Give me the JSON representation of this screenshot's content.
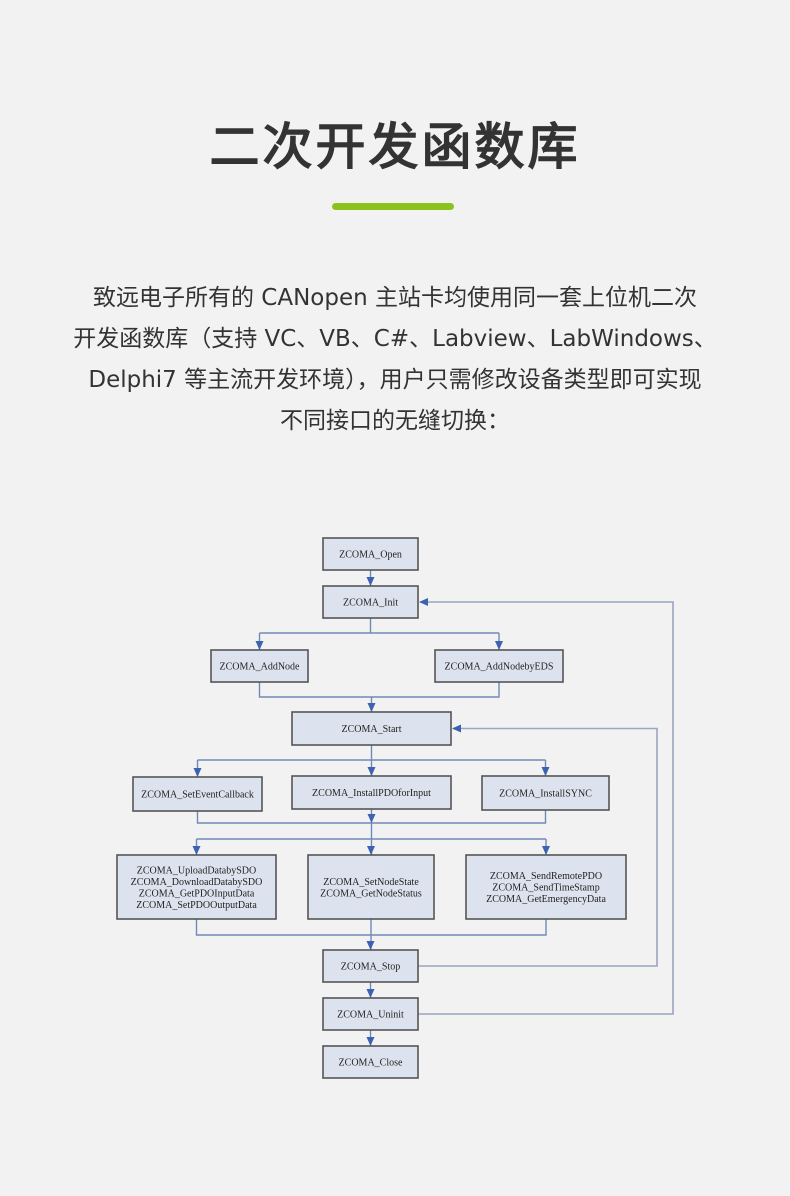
{
  "header": {
    "title": "二次开发函数库",
    "accent_color": "#8cc21d"
  },
  "intro": {
    "lines": [
      "致远电子所有的 CANopen 主站卡均使用同一套上位机二次",
      "开发函数库（支持 VC、VB、C#、Labview、LabWindows、",
      "Delphi7 等主流开发环境），用户只需修改设备类型即可实现",
      "不同接口的无缝切换："
    ]
  },
  "flowchart": {
    "nodes": {
      "open": [
        "ZCOMA_Open"
      ],
      "init": [
        "ZCOMA_Init"
      ],
      "add_node": [
        "ZCOMA_AddNode"
      ],
      "add_node_eds": [
        "ZCOMA_AddNodebyEDS"
      ],
      "start": [
        "ZCOMA_Start"
      ],
      "set_event_callback": [
        "ZCOMA_SetEventCallback"
      ],
      "install_pdo_input": [
        "ZCOMA_InstallPDOforInput"
      ],
      "install_sync": [
        "ZCOMA_InstallSYNC"
      ],
      "sdo_pdo_group": [
        "ZCOMA_UploadDatabySDO",
        "ZCOMA_DownloadDatabySDO",
        "ZCOMA_GetPDOInputData",
        "ZCOMA_SetPDOOutputData"
      ],
      "node_state_group": [
        "ZCOMA_SetNodeState",
        "ZCOMA_GetNodeStatus"
      ],
      "remote_group": [
        "ZCOMA_SendRemotePDO",
        "ZCOMA_SendTimeStamp",
        "ZCOMA_GetEmergencyData"
      ],
      "stop": [
        "ZCOMA_Stop"
      ],
      "uninit": [
        "ZCOMA_Uninit"
      ],
      "close": [
        "ZCOMA_Close"
      ]
    },
    "edges": [
      [
        "open",
        "init"
      ],
      [
        "init",
        "add_node"
      ],
      [
        "init",
        "add_node_eds"
      ],
      [
        "add_node",
        "start"
      ],
      [
        "add_node_eds",
        "start"
      ],
      [
        "start",
        "set_event_callback"
      ],
      [
        "start",
        "install_pdo_input"
      ],
      [
        "start",
        "install_sync"
      ],
      [
        "set_event_callback",
        "sdo_pdo_group"
      ],
      [
        "install_pdo_input",
        "node_state_group"
      ],
      [
        "install_sync",
        "remote_group"
      ],
      [
        "sdo_pdo_group",
        "stop"
      ],
      [
        "node_state_group",
        "stop"
      ],
      [
        "remote_group",
        "stop"
      ],
      [
        "stop",
        "uninit"
      ],
      [
        "uninit",
        "close"
      ],
      [
        "stop",
        "start"
      ],
      [
        "uninit",
        "init"
      ]
    ]
  }
}
